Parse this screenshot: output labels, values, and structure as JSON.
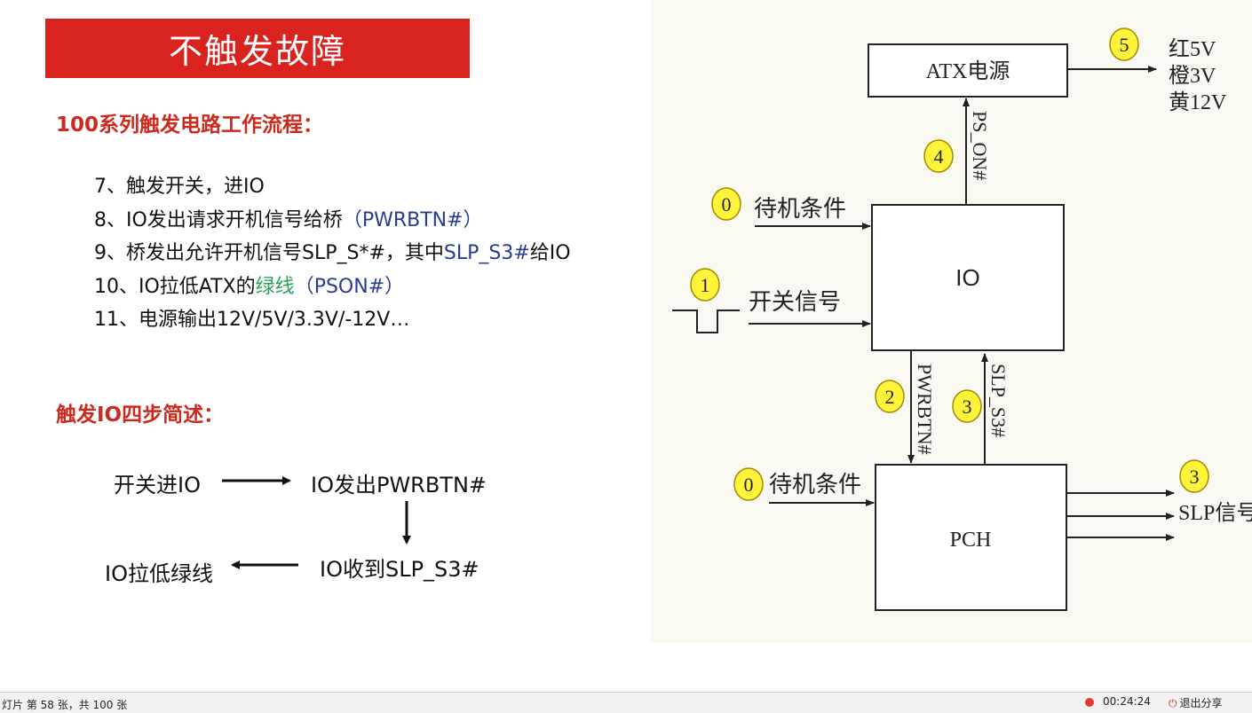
{
  "slide": {
    "title": "不触发故障",
    "section1": "100系列触发电路工作流程：",
    "steps": [
      {
        "num": "7、",
        "text": "触发开关，进IO"
      },
      {
        "num": "8、",
        "text": "IO发出请求开机信号给桥",
        "blue": "（PWRBTN#）"
      },
      {
        "num": "9、",
        "text": "桥发出允许开机信号SLP_S*#，其中",
        "blue": "SLP_S3#",
        "tail": "给IO"
      },
      {
        "num": "10、",
        "text": "IO拉低ATX的",
        "green": "绿线",
        "blue": "（PSON#）"
      },
      {
        "num": "11、",
        "text": "电源输出12V/5V/3.3V/-12V…"
      }
    ],
    "section2": "触发IO四步简述：",
    "flow": [
      "开关进IO",
      "IO发出PWRBTN#",
      "IO收到SLP_S3#",
      "IO拉低绿线"
    ]
  },
  "diagram": {
    "blocks": {
      "atx": "ATX电源",
      "io": "IO",
      "pch": "PCH"
    },
    "outputs": [
      "红5V",
      "橙3V",
      "黄12V"
    ],
    "signals": {
      "ps_on": "PS_ON#",
      "pwrbtn": "PWRBTN#",
      "slp_s3": "SLP_S3#",
      "slp_out": "SLP信号"
    },
    "standby": "待机条件",
    "switch": "开关信号",
    "markers": [
      "0",
      "1",
      "2",
      "3",
      "4",
      "5"
    ],
    "colors": {
      "marker_fill": "#fff43a",
      "marker_stroke": "#a08a00"
    }
  },
  "statusbar": {
    "slide_info": "灯片 第 58 张，共 100 张",
    "timer": "00:24:24",
    "exit_label": "退出分享"
  }
}
